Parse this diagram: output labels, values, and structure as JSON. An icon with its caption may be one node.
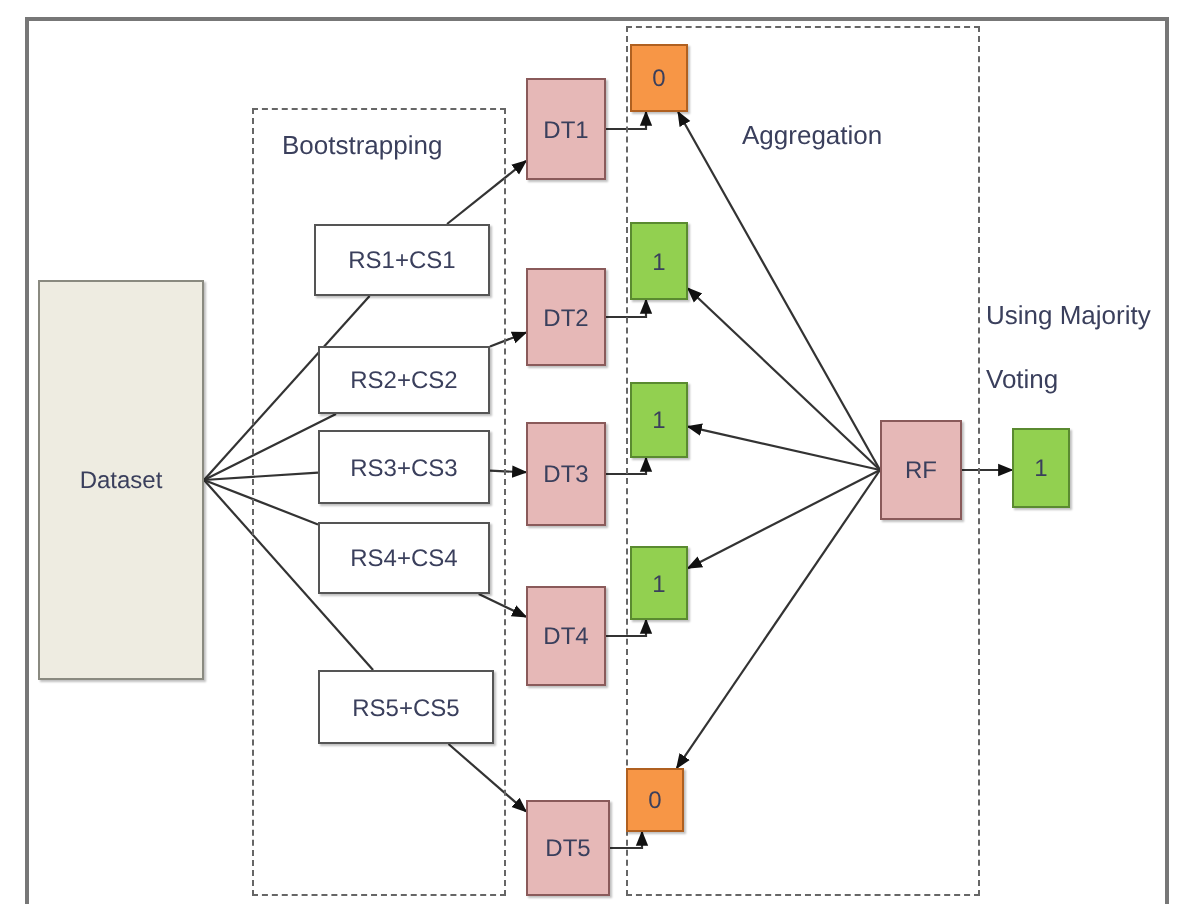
{
  "diagram": {
    "nodes": [
      {
        "text": [
          "Bootstrapping"
        ]
      },
      {
        "text": [
          "Aggregation"
        ]
      },
      {
        "text": [
          "Dataset"
        ]
      },
      {
        "text": [
          "RS1+CS1"
        ],
        "in": 0
      },
      {
        "text": [
          "RS2+CS2"
        ],
        "in": 0
      },
      {
        "text": [
          "RS3+CS3"
        ],
        "in": 0
      },
      {
        "text": [
          "RS4+CS4"
        ],
        "in": 0
      },
      {
        "text": [
          "RS5+CS5"
        ],
        "in": 0
      },
      {
        "text": [
          "DT1"
        ]
      },
      {
        "text": [
          "DT2"
        ]
      },
      {
        "text": [
          "DT3"
        ]
      },
      {
        "text": [
          "DT4"
        ]
      },
      {
        "text": [
          "DT5"
        ]
      },
      {
        "text": [
          "0"
        ],
        "in": 1
      },
      {
        "text": [
          "1"
        ],
        "in": 1
      },
      {
        "text": [
          "1"
        ],
        "in": 1
      },
      {
        "text": [
          "1"
        ],
        "in": 1
      },
      {
        "text": [
          "0"
        ],
        "in": 1
      },
      {
        "text": [
          "RF"
        ],
        "in": 1
      },
      {
        "text": [
          "1"
        ],
        "beside": [
          "Using Majority Voting"
        ]
      }
    ],
    "edges": [
      {
        "from": 2,
        "to": 3,
        "arrow": "none"
      },
      {
        "from": 2,
        "to": 4,
        "arrow": "none"
      },
      {
        "from": 2,
        "to": 5,
        "arrow": "none"
      },
      {
        "from": 2,
        "to": 6,
        "arrow": "none"
      },
      {
        "from": 2,
        "to": 7,
        "arrow": "none"
      },
      {
        "from": 3,
        "to": 8,
        "arrow": "to"
      },
      {
        "from": 4,
        "to": 9,
        "arrow": "to"
      },
      {
        "from": 5,
        "to": 10,
        "arrow": "to"
      },
      {
        "from": 6,
        "to": 11,
        "arrow": "to"
      },
      {
        "from": 7,
        "to": 12,
        "arrow": "to"
      },
      {
        "from": 8,
        "to": 13,
        "arrow": "to"
      },
      {
        "from": 9,
        "to": 14,
        "arrow": "to"
      },
      {
        "from": 10,
        "to": 15,
        "arrow": "to"
      },
      {
        "from": 11,
        "to": 16,
        "arrow": "to"
      },
      {
        "from": 12,
        "to": 17,
        "arrow": "to"
      },
      {
        "from": 18,
        "to": 13,
        "arrow": "to"
      },
      {
        "from": 18,
        "to": 14,
        "arrow": "to"
      },
      {
        "from": 18,
        "to": 15,
        "arrow": "to"
      },
      {
        "from": 18,
        "to": 16,
        "arrow": "to"
      },
      {
        "from": 18,
        "to": 17,
        "arrow": "to"
      },
      {
        "from": 18,
        "to": 19,
        "arrow": "to"
      }
    ]
  }
}
